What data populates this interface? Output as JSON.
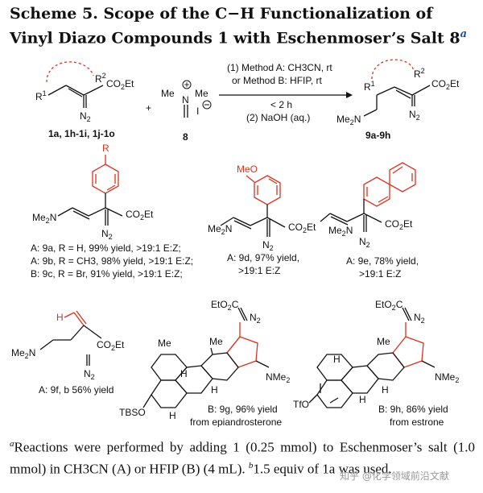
{
  "title": {
    "text": "Scheme 5. Scope of the C−H Functionalization of Vinyl Diazo Compounds 1 with Eschenmoser’s Salt 8",
    "sup": "a"
  },
  "reaction": {
    "conditions": [
      "(1) Method A: CH3CN, rt",
      "or Method B: HFIP, rt",
      "< 2 h",
      "(2) NaOH (aq.)"
    ],
    "sm_label": "1a, 1h-1i, 1j-1o",
    "reagent_label": "8",
    "product_label": "9a-9h",
    "plus": "+"
  },
  "products": [
    {
      "lines": [
        "A: 9a, R = H, 99% yield, >19:1 E:Z;",
        "A: 9b, R = CH3, 98% yield, >19:1 E:Z;",
        "B: 9c, R = Br, 91% yield, >19:1 E:Z;"
      ]
    },
    {
      "lines": [
        "A: 9d, 97% yield,",
        ">19:1 E:Z"
      ]
    },
    {
      "lines": [
        "A: 9e, 78% yield,",
        ">19:1 E:Z"
      ]
    },
    {
      "lines": [
        "A: 9f, b 56% yield"
      ]
    },
    {
      "lines": [
        "B: 9g, 96% yield",
        "from epiandrosterone"
      ]
    },
    {
      "lines": [
        "B: 9h, 86% yield",
        "from estrone"
      ]
    }
  ],
  "footnote": {
    "a_mark": "a",
    "text_a": "Reactions were performed by adding 1 (0.25 mmol) to Eschenmoser’s salt (1.0 mmol) in CH3CN (A) or HFIP (B) (4 mL).",
    "b_mark": "b",
    "text_b": "1.5 equiv of 1a was used."
  },
  "watermark": "知乎 @化学领域前沿文献"
}
